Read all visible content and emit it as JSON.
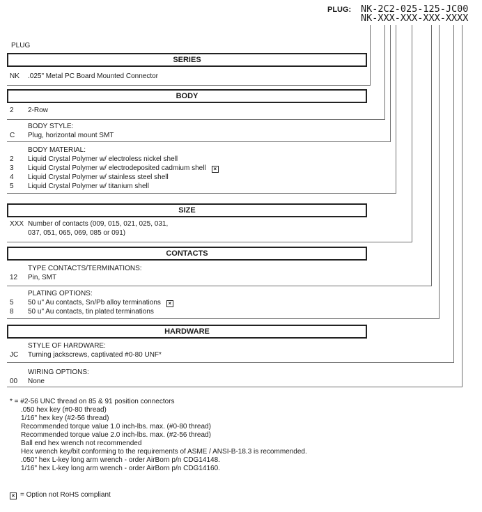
{
  "ink": "#1a1a1a",
  "line_color": "#6e6e6e",
  "header": {
    "plug_label": "PLUG:",
    "part_number": "NK-2C2-025-125-JC00",
    "part_mask": "NK-XXX-XXX-XXX-XXXX"
  },
  "diagram_label": "PLUG",
  "series": {
    "title": "SERIES",
    "code": "NK",
    "desc": ".025\" Metal PC Board Mounted Connector"
  },
  "body": {
    "title": "BODY",
    "row_code": "2",
    "row_desc": "2-Row",
    "style_heading": "BODY STYLE:",
    "style_code": "C",
    "style_desc": "Plug, horizontal mount SMT",
    "material_heading": "BODY MATERIAL:",
    "material_rows": [
      {
        "code": "2",
        "desc": "Liquid Crystal Polymer w/ electroless nickel shell"
      },
      {
        "code": "3",
        "desc": "Liquid Crystal Polymer w/ electrodeposited  cadmium shell"
      },
      {
        "code": "4",
        "desc": "Liquid Crystal Polymer w/ stainless steel shell"
      },
      {
        "code": "5",
        "desc": "Liquid Crystal Polymer w/ titanium shell"
      }
    ]
  },
  "size": {
    "title": "SIZE",
    "code": "XXX",
    "desc_line1": "Number of contacts (009, 015, 021, 025, 031,",
    "desc_line2": "037, 051, 065, 069, 085 or 091)"
  },
  "contacts": {
    "title": "CONTACTS",
    "type_heading": "TYPE CONTACTS/TERMINATIONS:",
    "type_code": "12",
    "type_desc": "Pin, SMT",
    "plating_heading": "PLATING OPTIONS:",
    "plating_rows": [
      {
        "code": "5",
        "desc": "50 u\" Au contacts, Sn/Pb alloy terminations"
      },
      {
        "code": "8",
        "desc": "50 u\" Au contacts, tin plated terminations"
      }
    ]
  },
  "hardware": {
    "title": "HARDWARE",
    "style_heading": "STYLE OF HARDWARE:",
    "style_code": "JC",
    "style_desc": "Turning jackscrews, captivated #0-80 UNF*",
    "wiring_heading": "WIRING OPTIONS:",
    "wiring_code": "00",
    "wiring_desc": "None"
  },
  "footnotes": {
    "line1": "* = #2-56 UNC thread on 85 & 91 position connectors",
    "items": [
      ".050 hex key (#0-80 thread)",
      "1/16\" hex key (#2-56 thread)",
      "Recommended torque value 1.0 inch-lbs. max. (#0-80 thread)",
      "Recommended torque value 2.0 inch-lbs. max. (#2-56 thread)",
      "Ball end hex wrench not recommended",
      "Hex wrench key/bit conforming to the requirements of ASME / ANSI-B-18.3 is recommended.",
      ".050\" hex L-key long arm wrench - order AirBorn p/n CDG14148.",
      "1/16\" hex L-key long arm wrench - order AirBorn p/n CDG14160."
    ]
  },
  "rohs": {
    "symbol": "×",
    "note": "= Option not RoHS compliant"
  }
}
